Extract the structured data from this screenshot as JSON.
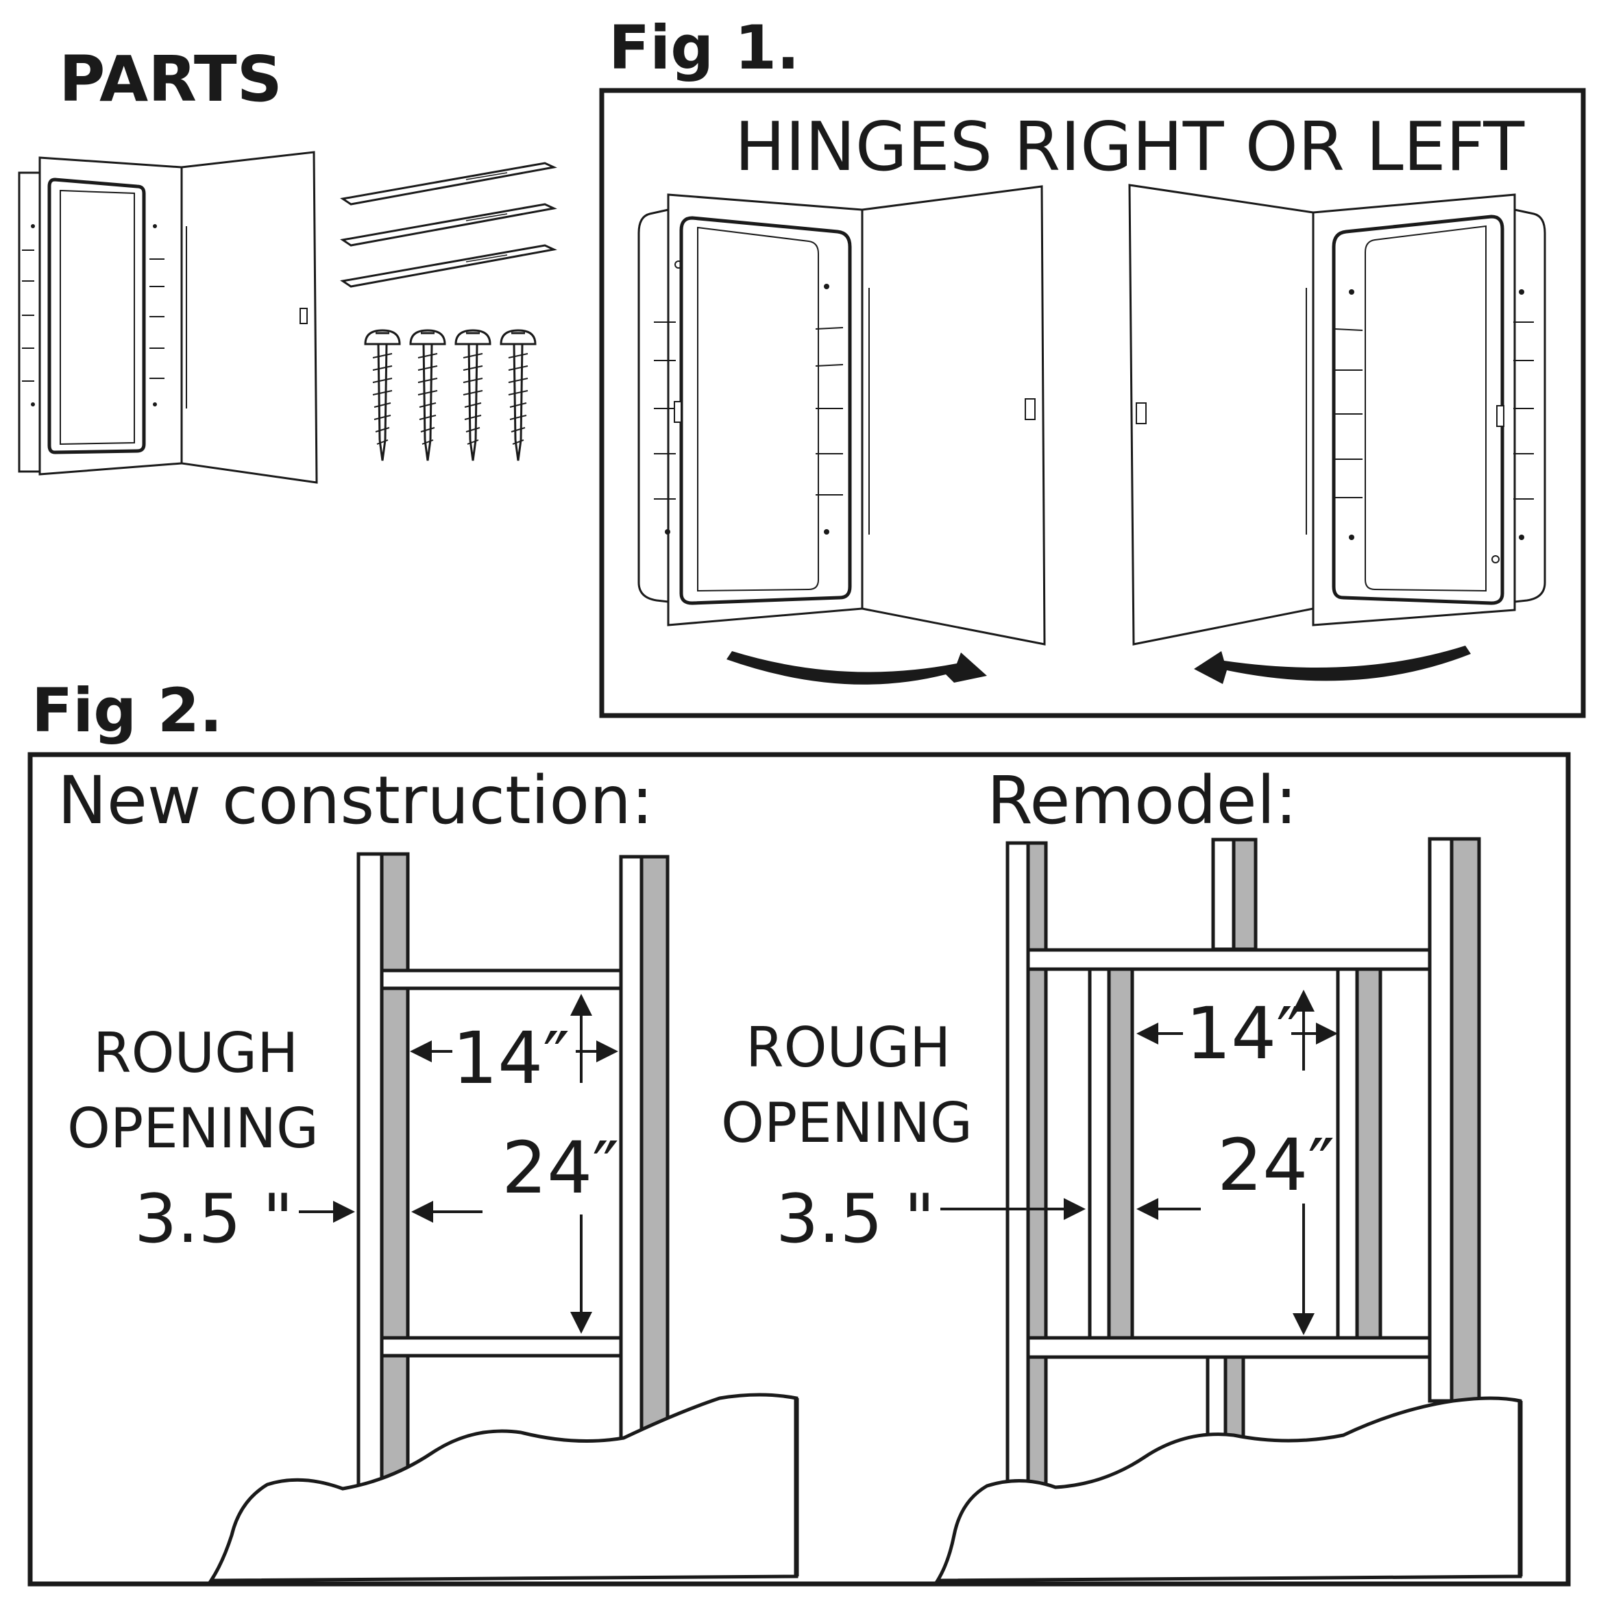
{
  "parts": {
    "title": "PARTS"
  },
  "fig1": {
    "title": "Fig 1.",
    "caption": "HINGES RIGHT OR LEFT"
  },
  "fig2": {
    "title": "Fig 2.",
    "new_construction": {
      "heading": "New construction:",
      "rough_line1": "ROUGH",
      "rough_line2": "OPENING",
      "depth": "3.5 \"",
      "width": "14″",
      "height": "24″"
    },
    "remodel": {
      "heading": "Remodel:",
      "rough_line1": "ROUGH",
      "rough_line2": "OPENING",
      "depth": "3.5 \"",
      "width": "14″",
      "height": "24″"
    }
  },
  "colors": {
    "ink": "#1a1a1a",
    "stud_shade": "#b3b3b3",
    "paper": "#ffffff"
  }
}
